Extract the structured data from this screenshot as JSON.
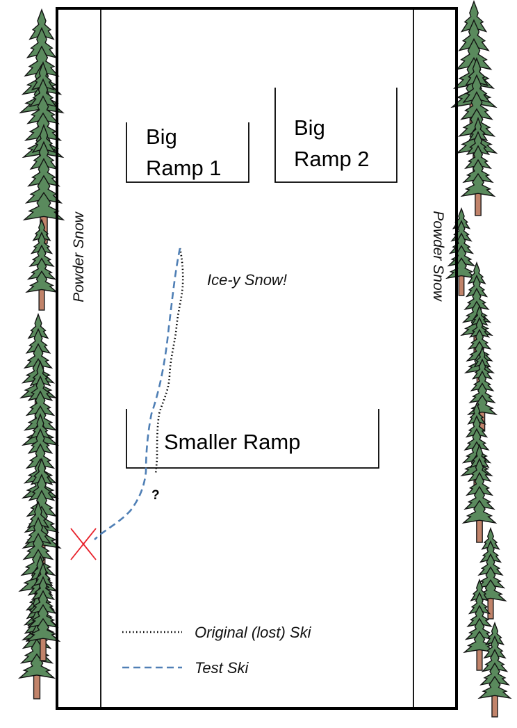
{
  "ramps": {
    "big1": {
      "line1": "Big",
      "line2": "Ramp 1"
    },
    "big2": {
      "line1": "Big",
      "line2": "Ramp 2"
    },
    "small": {
      "label": "Smaller Ramp"
    }
  },
  "zones": {
    "left_powder": "Powder Snow",
    "right_powder": "Powder Snow",
    "center": "Ice-y Snow!"
  },
  "question_mark": "?",
  "legend": {
    "original": {
      "label": "Original (lost) Ski",
      "style": "dotted",
      "color": "#000000"
    },
    "test": {
      "label": "Test Ski",
      "style": "dashed",
      "color": "#4f7fb5"
    }
  },
  "colors": {
    "tree_foliage": "#5a8a5d",
    "tree_trunk": "#c1836a",
    "x_mark": "#e8202a",
    "test_ski": "#4f7fb5",
    "original_ski": "#000000"
  },
  "icons": [
    "pine-tree-icon",
    "x-mark-icon"
  ]
}
